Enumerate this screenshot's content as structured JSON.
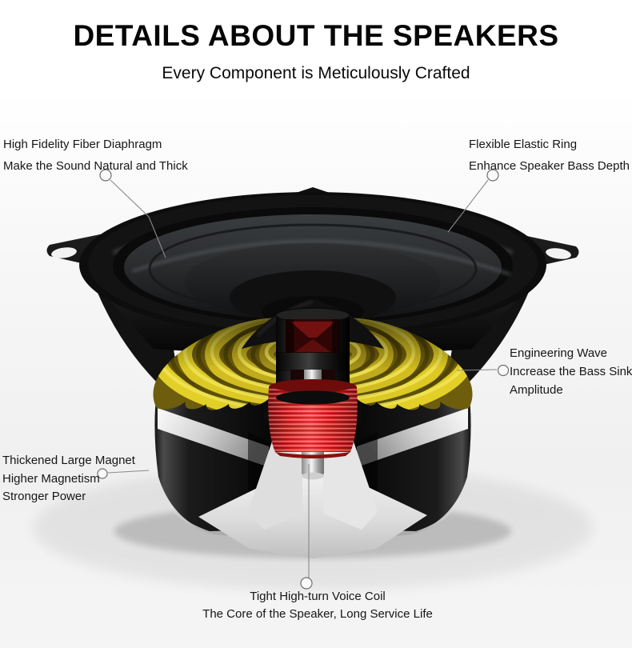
{
  "header": {
    "title": "DETAILS ABOUT THE SPEAKERS",
    "subtitle": "Every Component is Meticulously Crafted"
  },
  "annotations": {
    "diaphragm": {
      "line1": "High Fidelity Fiber Diaphragm",
      "line2": "Make the Sound Natural and Thick"
    },
    "elastic_ring": {
      "line1": "Flexible Elastic Ring",
      "line2": "Enhance Speaker Bass Depth"
    },
    "engineering_wave": {
      "line1": "Engineering Wave",
      "line2": "Increase the Bass Sink",
      "line3": "Amplitude"
    },
    "magnet": {
      "line1": "Thickened Large Magnet",
      "line2": "Higher Magnetism",
      "line3": "Stronger Power"
    },
    "voice_coil": {
      "line1": "Tight High-turn Voice Coil",
      "line2": "The Core of the Speaker, Long Service Life"
    }
  },
  "colors": {
    "spider_wave_yellow": "#ddc924",
    "voice_coil_red": "#e82525",
    "speaker_black": "#121212",
    "chrome_silver": "#d6d6d6",
    "text_ink": "#161616",
    "background": "#f2f2f2"
  }
}
